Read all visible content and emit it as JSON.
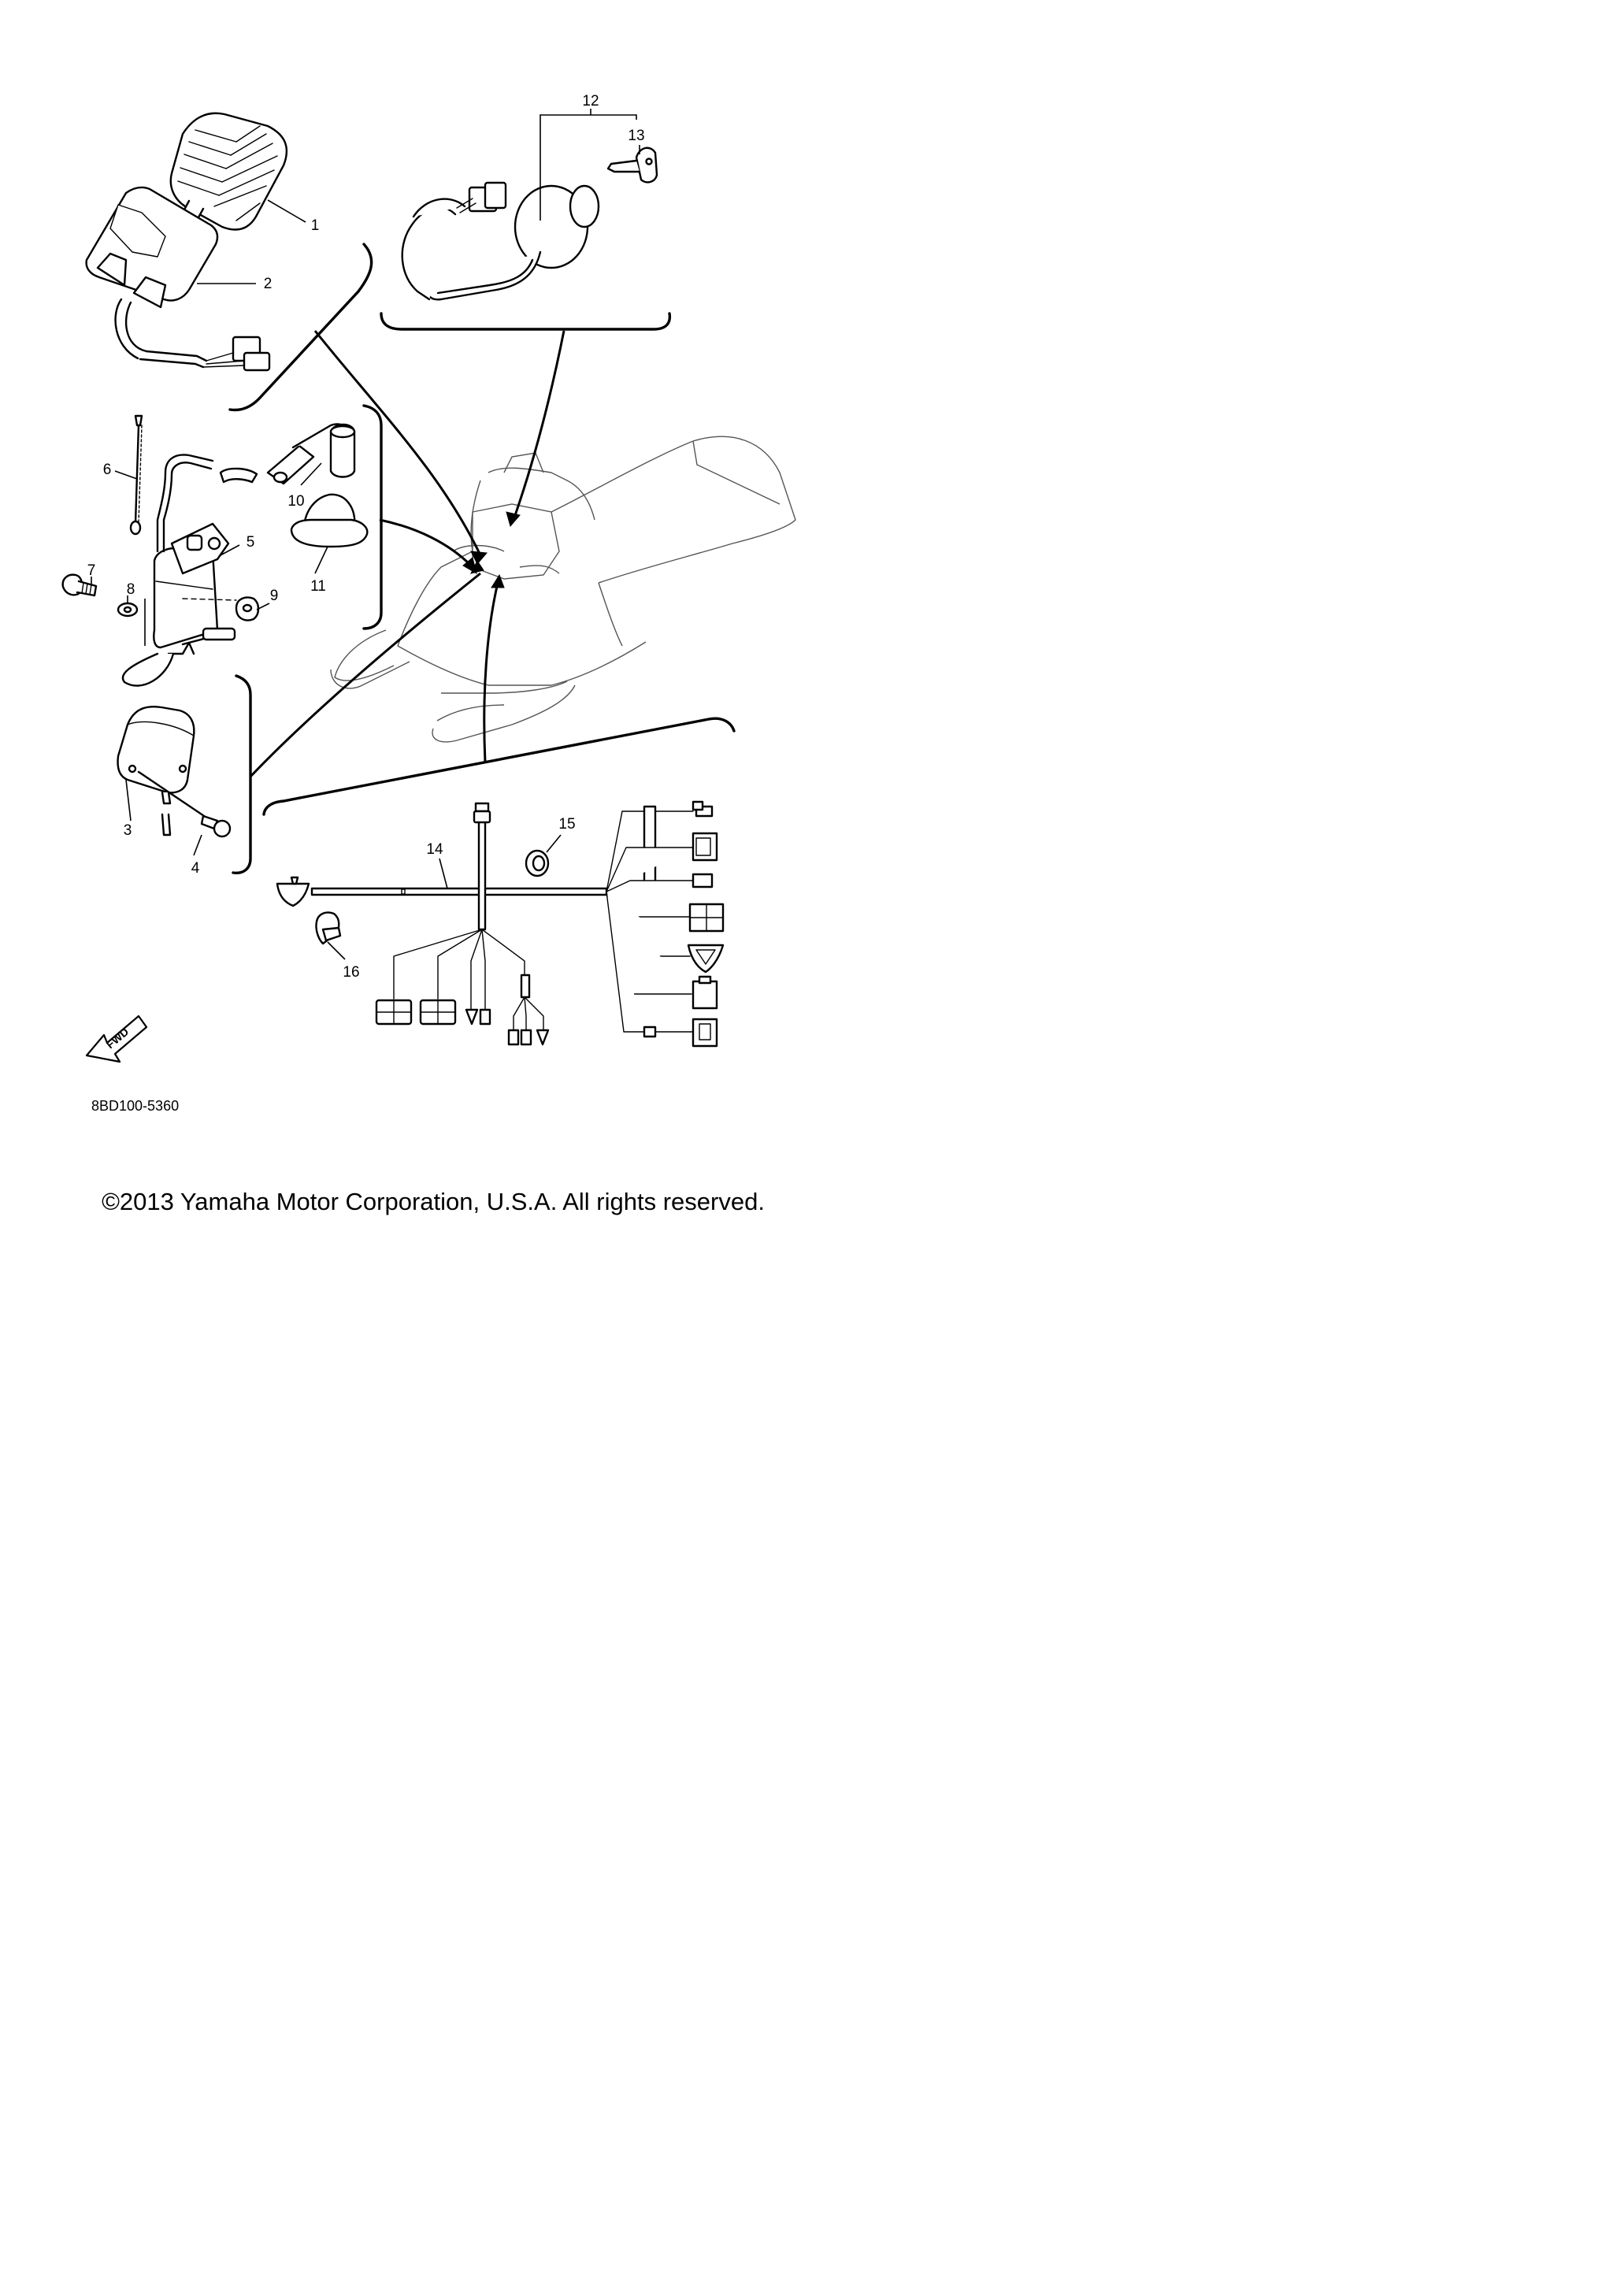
{
  "callouts": {
    "c1": "1",
    "c2": "2",
    "c3": "3",
    "c4": "4",
    "c5": "5",
    "c6": "6",
    "c7": "7",
    "c8": "8",
    "c9": "9",
    "c10": "10",
    "c11": "11",
    "c12": "12",
    "c13": "13",
    "c14": "14",
    "c15": "15",
    "c16": "16"
  },
  "fwd_label": "FWD",
  "drawing_code": "8BD100-5360",
  "copyright": "©2013 Yamaha Motor Corporation, U.S.A. All rights reserved."
}
